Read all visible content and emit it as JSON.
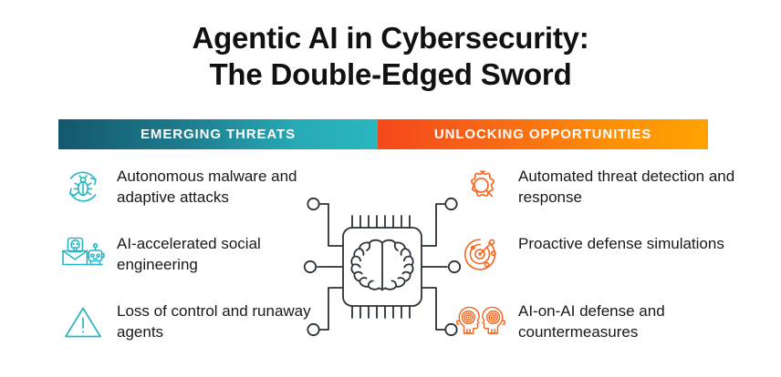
{
  "title": {
    "line1": "Agentic AI in Cybersecurity:",
    "line2": "The Double-Edged Sword"
  },
  "headers": {
    "left": "EMERGING THREATS",
    "right": "UNLOCKING OPPORTUNITIES"
  },
  "colors": {
    "teal_dark": "#14576b",
    "teal_light": "#2ab7bf",
    "orange_dark": "#f5481c",
    "orange_light": "#ffa300",
    "icon_teal": "#2ab5c4",
    "icon_orange": "#f26722",
    "text": "#15181c",
    "chip": "#2b3138",
    "background": "#ffffff"
  },
  "threats": [
    {
      "icon": "malware-cycle-icon",
      "text": "Autonomous malware and adaptive attacks"
    },
    {
      "icon": "phishing-robot-icon",
      "text": "AI-accelerated social engineering"
    },
    {
      "icon": "warning-triangle-icon",
      "text": "Loss of control and runaway agents"
    }
  ],
  "opportunities": [
    {
      "icon": "gear-magnifier-icon",
      "text": "Automated threat detection and response"
    },
    {
      "icon": "radar-target-icon",
      "text": "Proactive defense simulations"
    },
    {
      "icon": "ai-heads-icon",
      "text": "AI-on-AI defense and countermeasures"
    }
  ],
  "center": {
    "icon": "brain-chip-icon"
  }
}
